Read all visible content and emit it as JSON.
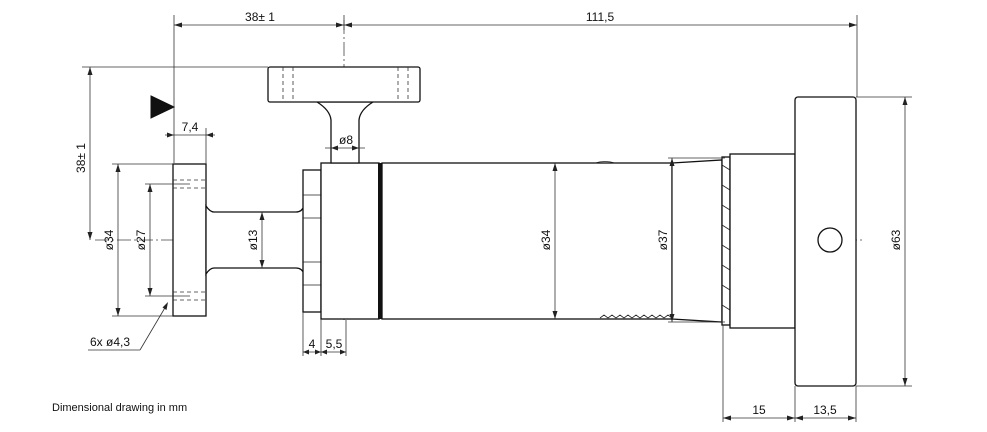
{
  "caption": "Dimensional drawing in mm",
  "dimensions": {
    "top_width": "38± 1",
    "overall_length": "111,5",
    "height_to_handle": "38± 1",
    "flange_thickness": "7,4",
    "stem_diameter": "ø8",
    "flange_outer_diameter": "ø34",
    "bolt_circle_diameter": "ø27",
    "port_bore_diameter": "ø13",
    "body_diameter": "ø34",
    "sleeve_diameter": "ø37",
    "cap_diameter": "ø63",
    "holes": "6x ø4,3",
    "nut_width": "4",
    "nut_offset": "5,5",
    "sleeve_length": "15",
    "cap_length": "13,5"
  },
  "icons": {
    "datum_marker": "datum-triangle-icon"
  }
}
